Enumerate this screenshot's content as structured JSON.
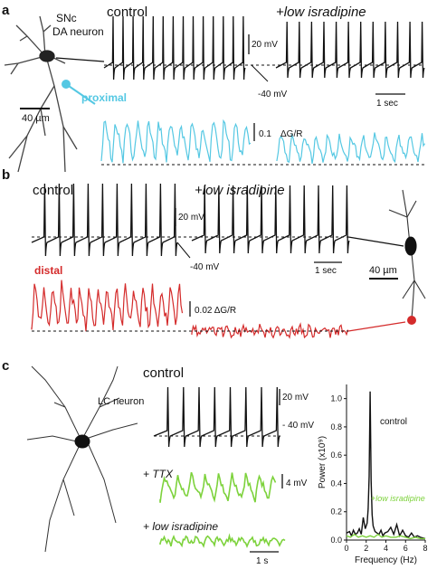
{
  "panels": {
    "a": {
      "letter": "a",
      "cell_label_line1": "SNc",
      "cell_label_line2": "DA neuron",
      "control_label": "control",
      "drug_label": "+low isradipine",
      "voltage_scale": "20 mV",
      "voltage_level": "-40 mV",
      "time_scale": "1 sec",
      "dye_site": "proximal",
      "dye_scale": "0.1",
      "dye_units": "ΔG/R",
      "micrometer_scale": "40 µm"
    },
    "b": {
      "letter": "b",
      "control_label": "control",
      "drug_label": "+low isradipine",
      "voltage_scale": "20 mV",
      "voltage_level": "-40 mV",
      "time_scale": "1 sec",
      "dye_site": "distal",
      "dye_scale": "0.02 ΔG/R",
      "micrometer_scale": "40 µm"
    },
    "c": {
      "letter": "c",
      "cell_label": "LC neuron",
      "control_label": "control",
      "voltage_scale": "20 mV",
      "voltage_level": "- 40 mV",
      "ttx_label": "+ TTX",
      "ttx_scale": "4 mV",
      "drug_label": "+ low isradipine",
      "time_scale": "1 s"
    }
  },
  "colors": {
    "proximal": "#55c8e3",
    "distal": "#d42b2b",
    "lc_trace": "#7dd23c",
    "isradipine_label": "#7dd23c"
  },
  "chart_data": {
    "type": "line",
    "xlabel": "Frequency (Hz)",
    "ylabel": "Power (x10⁹)",
    "xlim": [
      0,
      8
    ],
    "ylim": [
      0,
      1.1
    ],
    "xticks": [
      "0",
      "2",
      "4",
      "6",
      "8"
    ],
    "yticks": [
      "0.0",
      "0.2",
      "0.4",
      "0.6",
      "0.8",
      "1.0"
    ],
    "series": [
      {
        "name": "control",
        "color": "#111111",
        "x": [
          0,
          0.3,
          0.5,
          0.7,
          0.9,
          1.1,
          1.3,
          1.5,
          1.7,
          1.9,
          2.1,
          2.2,
          2.3,
          2.4,
          2.5,
          2.6,
          2.7,
          2.9,
          3.1,
          3.3,
          3.5,
          3.7,
          3.9,
          4.2,
          4.5,
          4.8,
          5.1,
          5.4,
          5.7,
          6.0,
          6.3,
          6.6,
          6.9,
          7.2,
          7.5,
          8.0
        ],
        "y": [
          0.05,
          0.06,
          0.03,
          0.07,
          0.04,
          0.05,
          0.08,
          0.04,
          0.16,
          0.08,
          0.12,
          0.22,
          0.45,
          1.05,
          0.42,
          0.18,
          0.1,
          0.06,
          0.05,
          0.04,
          0.07,
          0.03,
          0.05,
          0.06,
          0.09,
          0.04,
          0.11,
          0.03,
          0.07,
          0.03,
          0.02,
          0.05,
          0.02,
          0.03,
          0.02,
          0.01
        ]
      },
      {
        "name": "+low isradipine",
        "color": "#7dd23c",
        "x": [
          0,
          0.4,
          0.8,
          1.2,
          1.6,
          2.0,
          2.4,
          2.8,
          3.2,
          3.6,
          4.0,
          4.5,
          5.0,
          5.5,
          6.0,
          6.5,
          7.0,
          7.5,
          8.0
        ],
        "y": [
          0.03,
          0.02,
          0.04,
          0.02,
          0.03,
          0.02,
          0.03,
          0.02,
          0.04,
          0.02,
          0.03,
          0.02,
          0.02,
          0.03,
          0.02,
          0.01,
          0.02,
          0.01,
          0.01
        ]
      }
    ],
    "annotations": [
      "control",
      "+low isradipine"
    ]
  }
}
